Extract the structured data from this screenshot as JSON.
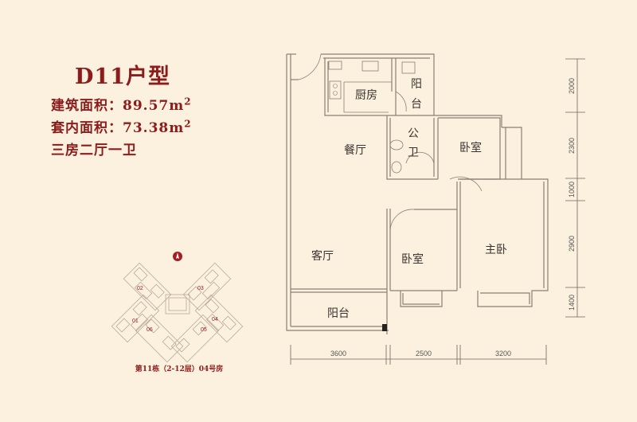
{
  "unit": {
    "title": "D11户型",
    "gross_area_label": "建筑面积：",
    "gross_area_value": "89.57m",
    "net_area_label": "套内面积：",
    "net_area_value": "73.38m",
    "area_unit_sup": "2",
    "layout": "三房二厅一卫"
  },
  "rooms": {
    "kitchen": "厨房",
    "balcony_small_1": "阳",
    "balcony_small_2": "台",
    "bathroom_1": "公",
    "bathroom_2": "卫",
    "dining": "餐厅",
    "bedroom_1": "卧室",
    "living": "客厅",
    "bedroom_2": "卧室",
    "master_bedroom": "主卧",
    "balcony_large": "阳台"
  },
  "dimensions": {
    "vertical": [
      "2000",
      "2300",
      "1000",
      "2900",
      "1400"
    ],
    "horizontal": [
      "3600",
      "2500",
      "3200"
    ]
  },
  "keyplan": {
    "caption": "第11栋（2-12层）04号房",
    "units": [
      "01",
      "02",
      "03",
      "04",
      "05",
      "06"
    ],
    "compass": "north-arrow"
  },
  "colors": {
    "accent": "#8c1c1c",
    "background": "#fcf1de",
    "wall": "#8a7f74"
  }
}
